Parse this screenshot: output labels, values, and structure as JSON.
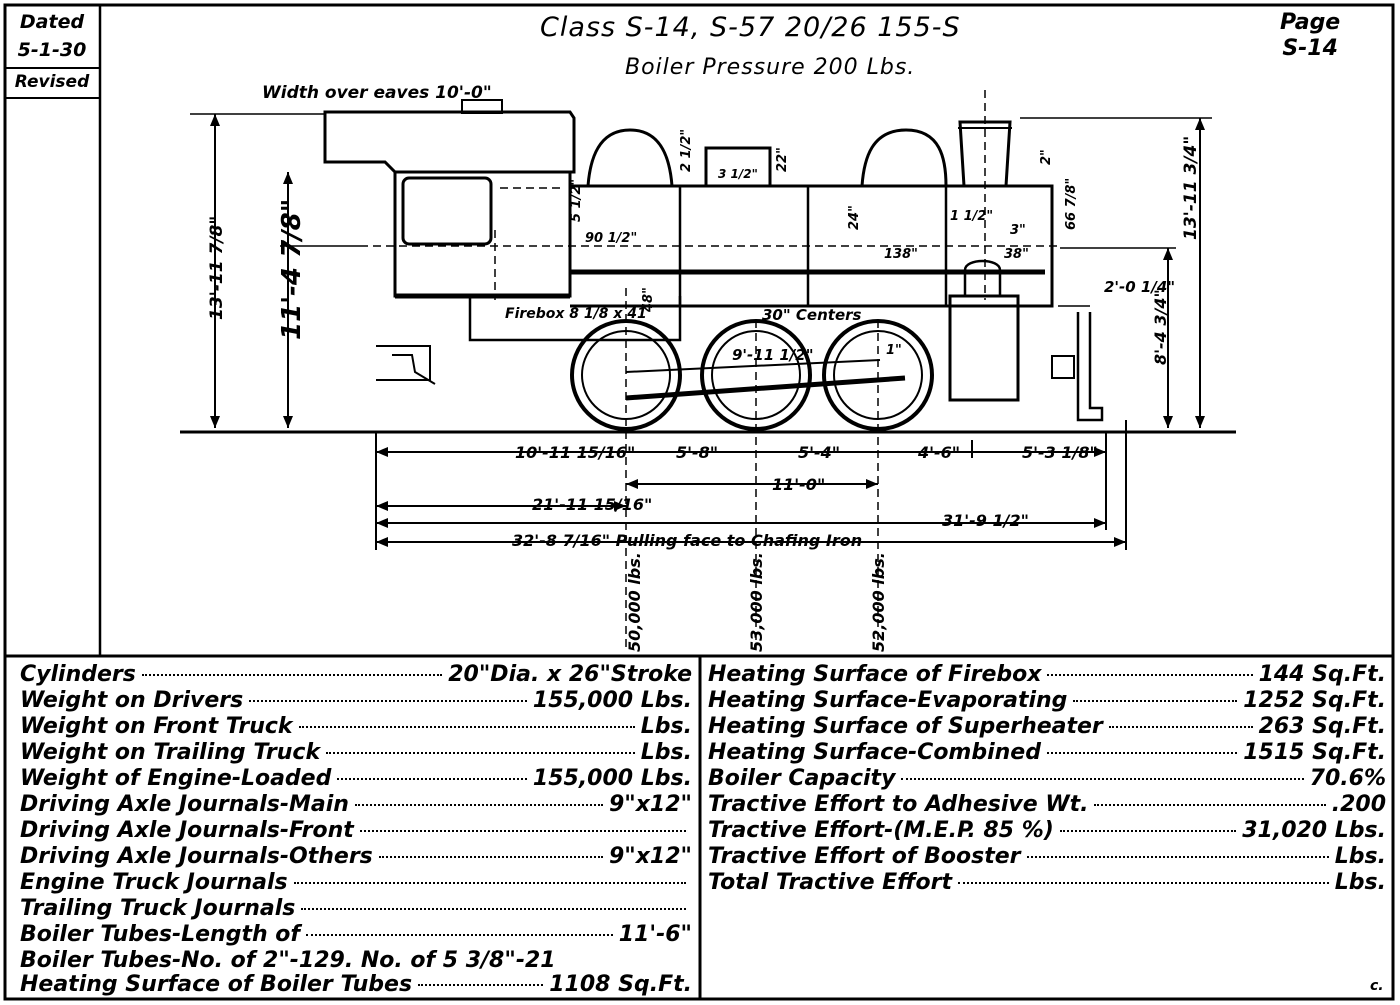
{
  "header": {
    "dated_label": "Dated",
    "dated_value": "5-1-30",
    "revised_label": "Revised",
    "title": "Class S-14, S-57 20/26 155-S",
    "subtitle": "Boiler Pressure 200 Lbs.",
    "page_label": "Page",
    "page_value": "S-14"
  },
  "drawing": {
    "width_over_eaves": "Width over eaves 10'-0\"",
    "overall_height_left": "13'-11 7/8\"",
    "overall_height_right": "13'-11 3/4\"",
    "boiler_center_height": "11'-4 7/8\"",
    "firebox_note": "Firebox 8 1/8 x 41",
    "centers_note": "30\" Centers",
    "driver_diameter": "9'-11 1/2\"",
    "pilot_height": "8'-4 3/4\"",
    "pilot_offset": "2'-0 1/4\"",
    "dim_tender_to_driver": "10'-11 15/16\"",
    "dim_driver_1_2": "5'-8\"",
    "dim_driver_2_3": "5'-4\"",
    "dim_driver_3_truck": "4'-6\"",
    "dim_truck_to_front": "5'-3 1/8\"",
    "dim_wheelbase": "11'-0\"",
    "dim_rear_to_center": "21'-11 15/16\"",
    "dim_total_right": "31'-9 1/2\"",
    "dim_total_pulling": "32'-8 7/16\" Pulling face to Chafing Iron",
    "axle_loads": [
      "50,000 lbs.",
      "53,000 lbs.",
      "52,000 lbs."
    ],
    "small_dims": [
      "2\"",
      "3 1/2\"",
      "22\"",
      "2 1/2\"",
      "5 1/2\"",
      "90 1/2\"",
      "1 1/2\"",
      "3\"",
      "138\"",
      "38\"",
      "66 7/8\"",
      "48\"",
      "24\"",
      "1\""
    ],
    "mark": "c."
  },
  "specs_left": [
    {
      "label": "Cylinders",
      "value": "20\"Dia. x 26\"Stroke"
    },
    {
      "label": "Weight on Drivers",
      "value": "155,000 Lbs."
    },
    {
      "label": "Weight on Front Truck",
      "value": "Lbs."
    },
    {
      "label": "Weight on Trailing Truck",
      "value": "Lbs."
    },
    {
      "label": "Weight of Engine-Loaded",
      "value": "155,000 Lbs."
    },
    {
      "label": "Driving Axle Journals-Main",
      "value": "9\"x12\""
    },
    {
      "label": "Driving Axle Journals-Front",
      "value": ""
    },
    {
      "label": "Driving Axle Journals-Others",
      "value": "9\"x12\""
    },
    {
      "label": "Engine Truck Journals",
      "value": ""
    },
    {
      "label": "Trailing Truck Journals",
      "value": ""
    },
    {
      "label": "Boiler Tubes-Length of",
      "value": "11'-6\""
    },
    {
      "label": "Boiler Tubes-No. of 2\"-129. No. of 5 3/8\"-21",
      "value": ""
    },
    {
      "label": "Heating Surface of Boiler Tubes",
      "value": "1108 Sq.Ft."
    }
  ],
  "specs_right": [
    {
      "label": "Heating Surface of Firebox",
      "value": "144 Sq.Ft."
    },
    {
      "label": "Heating Surface-Evaporating",
      "value": "1252 Sq.Ft."
    },
    {
      "label": "Heating Surface of Superheater",
      "value": "263 Sq.Ft."
    },
    {
      "label": "Heating Surface-Combined",
      "value": "1515 Sq.Ft."
    },
    {
      "label": "Boiler Capacity",
      "value": "70.6%"
    },
    {
      "label": "Tractive Effort to Adhesive Wt.",
      "value": ".200"
    },
    {
      "label": "Tractive Effort-(M.E.P. 85 %)",
      "value": "31,020 Lbs."
    },
    {
      "label": "Tractive Effort of Booster",
      "value": "Lbs."
    },
    {
      "label": "Total Tractive Effort",
      "value": "Lbs."
    }
  ]
}
